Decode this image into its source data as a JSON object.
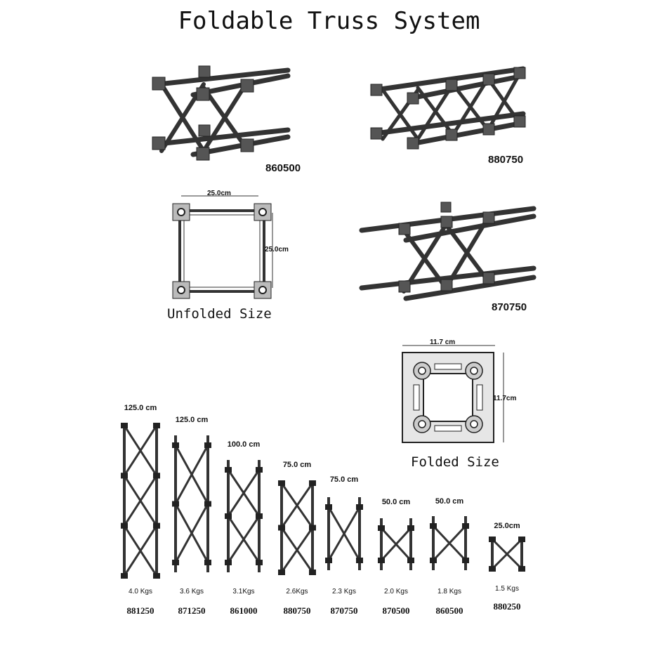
{
  "title": "Foldable Truss System",
  "models_3d": [
    {
      "code": "860500"
    },
    {
      "code": "880750"
    },
    {
      "code": "870750"
    }
  ],
  "unfolded": {
    "caption": "Unfolded Size",
    "width_label": "25.0cm",
    "height_label": "25.0cm"
  },
  "folded": {
    "caption": "Folded Size",
    "width_label": "11.7 cm",
    "height_label": "11.7cm"
  },
  "lineup": [
    {
      "length": "125.0 cm",
      "weight": "4.0 Kgs",
      "code": "881250",
      "modules": 3
    },
    {
      "length": "125.0 cm",
      "weight": "3.6 Kgs",
      "code": "871250",
      "modules": 2
    },
    {
      "length": "100.0 cm",
      "weight": "3.1Kgs",
      "code": "861000",
      "modules": 2
    },
    {
      "length": "75.0 cm",
      "weight": "2.6Kgs",
      "code": "880750",
      "modules": 2
    },
    {
      "length": "75.0 cm",
      "weight": "2.3 Kgs",
      "code": "870750",
      "modules": 1
    },
    {
      "length": "50.0 cm",
      "weight": "2.0 Kgs",
      "code": "870500",
      "modules": 1
    },
    {
      "length": "50.0 cm",
      "weight": "1.8 Kgs",
      "code": "860500",
      "modules": 1
    },
    {
      "length": "25.0cm",
      "weight": "1.5 Kgs",
      "code": "880250",
      "modules": 1
    }
  ],
  "colors": {
    "ink": "#111111",
    "steel": "#3a3a3a",
    "light": "#cfcfcf"
  }
}
